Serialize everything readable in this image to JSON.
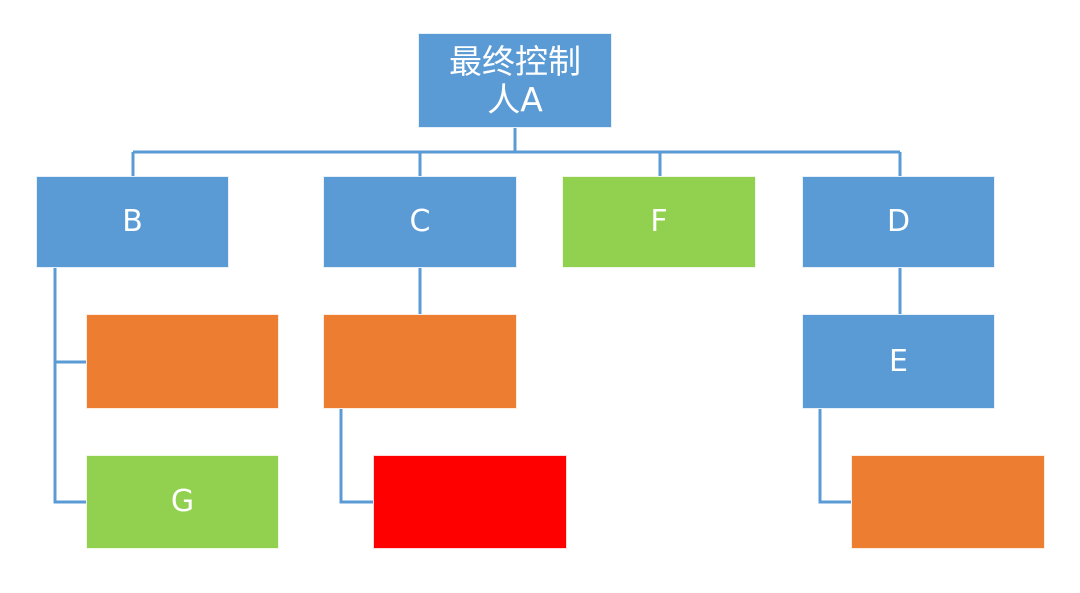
{
  "colors": {
    "blue": "#5b9bd5",
    "green": "#92d050",
    "orange": "#ed7d31",
    "red": "#ff0000",
    "line": "#5b9bd5"
  },
  "root": {
    "label": "最终控制\n人A"
  },
  "nodes": {
    "b": {
      "label": "B"
    },
    "c": {
      "label": "C"
    },
    "f": {
      "label": "F"
    },
    "d": {
      "label": "D"
    },
    "b_child_1": {
      "label": ""
    },
    "g": {
      "label": "G"
    },
    "c_child_1": {
      "label": ""
    },
    "c_child_2": {
      "label": ""
    },
    "e": {
      "label": "E"
    },
    "e_child_1": {
      "label": ""
    }
  }
}
